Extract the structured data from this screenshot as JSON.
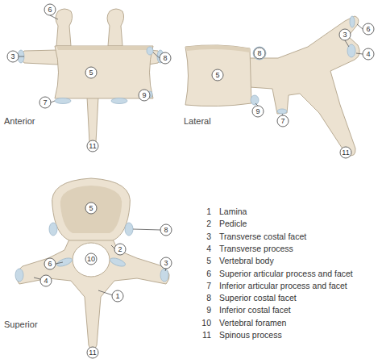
{
  "diagram": {
    "labels": [
      "6",
      "3",
      "5",
      "8",
      "7",
      "9",
      "11",
      "Anterior",
      "6",
      "3",
      "4",
      "8",
      "5",
      "9",
      "7",
      "11",
      "Lateral",
      "5",
      "8",
      "2",
      "10",
      "6",
      "3",
      "4",
      "1",
      "11",
      "Superior",
      "1",
      "Lamina",
      "2",
      "Pedicle",
      "3",
      "Transverse costal facet",
      "4",
      "Transverse process",
      "5",
      "Vertebral body",
      "6",
      "Superior articular process and facet",
      "7",
      "Inferior articular process and facet",
      "8",
      "Superior costal facet",
      "9",
      "Inferior costal facet",
      "10",
      "Vertebral foramen",
      "11",
      "Spinous process"
    ]
  }
}
